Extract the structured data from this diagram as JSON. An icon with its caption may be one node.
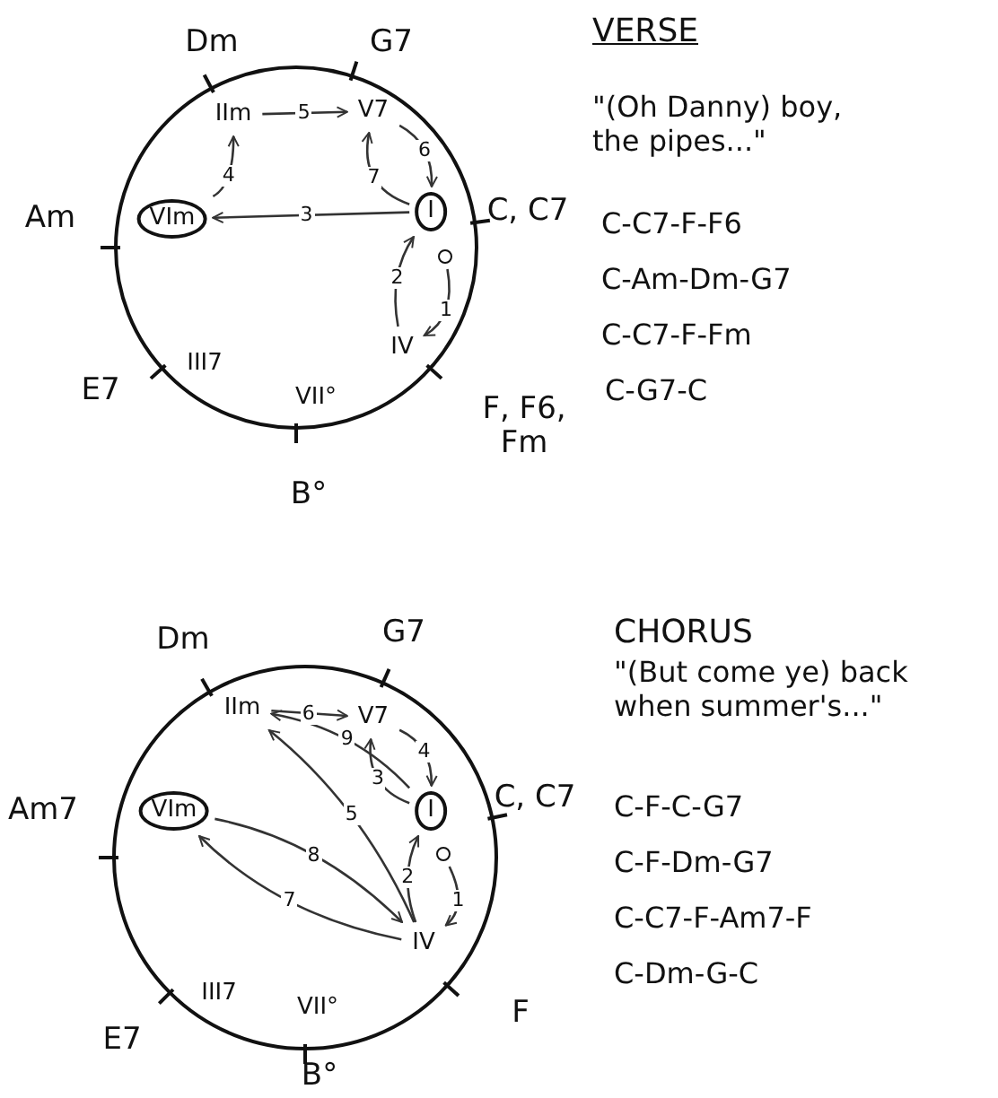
{
  "diagram": {
    "nodes": [
      {
        "text": [],
        "shape": "circle"
      },
      {
        "text": [
          "IIm"
        ],
        "in": 0,
        "beside": [
          "Dm"
        ]
      },
      {
        "text": [
          "V7"
        ],
        "in": 0,
        "beside": [
          "G7"
        ]
      },
      {
        "text": [
          "I"
        ],
        "in": 0,
        "beside": [
          "C, C7"
        ]
      },
      {
        "text": [],
        "shape": "circle",
        "in": 0
      },
      {
        "text": [
          "VIm"
        ],
        "in": 0,
        "beside": [
          "Am"
        ]
      },
      {
        "text": [
          "III7"
        ],
        "in": 0,
        "beside": [
          "E7"
        ]
      },
      {
        "text": [
          "IV"
        ],
        "in": 0,
        "beside": [
          "F, F6, Fm"
        ]
      },
      {
        "text": [
          "VII°"
        ],
        "in": 0,
        "beside": [
          "B°"
        ]
      },
      {
        "text": [],
        "shape": "circle"
      },
      {
        "text": [
          "IIm"
        ],
        "in": 9,
        "beside": [
          "Dm"
        ]
      },
      {
        "text": [
          "V7"
        ],
        "in": 9,
        "beside": [
          "G7"
        ]
      },
      {
        "text": [
          "I"
        ],
        "in": 9,
        "beside": [
          "C, C7"
        ]
      },
      {
        "text": [],
        "shape": "circle",
        "in": 9
      },
      {
        "text": [
          "VIm"
        ],
        "in": 9,
        "beside": [
          "Am7"
        ]
      },
      {
        "text": [
          "III7"
        ],
        "in": 9,
        "beside": [
          "E7"
        ]
      },
      {
        "text": [
          "IV"
        ],
        "in": 9,
        "beside": [
          "F"
        ]
      },
      {
        "text": [
          "VII°"
        ],
        "in": 9,
        "beside": [
          "B°"
        ]
      }
    ],
    "edges": [
      {
        "from": 4,
        "to": 7,
        "arrow": "to",
        "label": "1"
      },
      {
        "from": 7,
        "to": 3,
        "arrow": "to",
        "label": "2"
      },
      {
        "from": 3,
        "to": 5,
        "arrow": "to",
        "label": "3"
      },
      {
        "from": 5,
        "to": 1,
        "arrow": "to",
        "label": "4"
      },
      {
        "from": 1,
        "to": 2,
        "arrow": "to",
        "label": "5"
      },
      {
        "from": 2,
        "to": 3,
        "arrow": "to",
        "label": "6"
      },
      {
        "from": 3,
        "to": 2,
        "arrow": "to",
        "label": "7"
      },
      {
        "from": 13,
        "to": 16,
        "arrow": "to",
        "label": "1"
      },
      {
        "from": 16,
        "to": 12,
        "arrow": "to",
        "label": "2"
      },
      {
        "from": 12,
        "to": 11,
        "arrow": "to",
        "label": "3"
      },
      {
        "from": 11,
        "to": 12,
        "arrow": "to",
        "label": "4"
      },
      {
        "from": 16,
        "to": 10,
        "arrow": "to",
        "label": "5"
      },
      {
        "from": 10,
        "to": 11,
        "arrow": "to",
        "label": "6"
      },
      {
        "from": 16,
        "to": 14,
        "arrow": "to",
        "label": "7"
      },
      {
        "from": 14,
        "to": 16,
        "arrow": "to",
        "label": "8"
      },
      {
        "from": 12,
        "to": 10,
        "arrow": "to",
        "label": "9"
      }
    ],
    "labels": [
      "VERSE",
      "\"(Oh Danny) boy, the pipes...\"",
      "C-C7-F-F6",
      "C-Am-Dm-G7",
      "C-C7-F-Fm",
      "C-G7-C",
      "CHORUS",
      "\"(But come ye) back when summer's...\"",
      "C-F-C-G7",
      "C-F-Dm-G7",
      "C-C7-F-Am7-F",
      "C-Dm-G-C"
    ]
  }
}
